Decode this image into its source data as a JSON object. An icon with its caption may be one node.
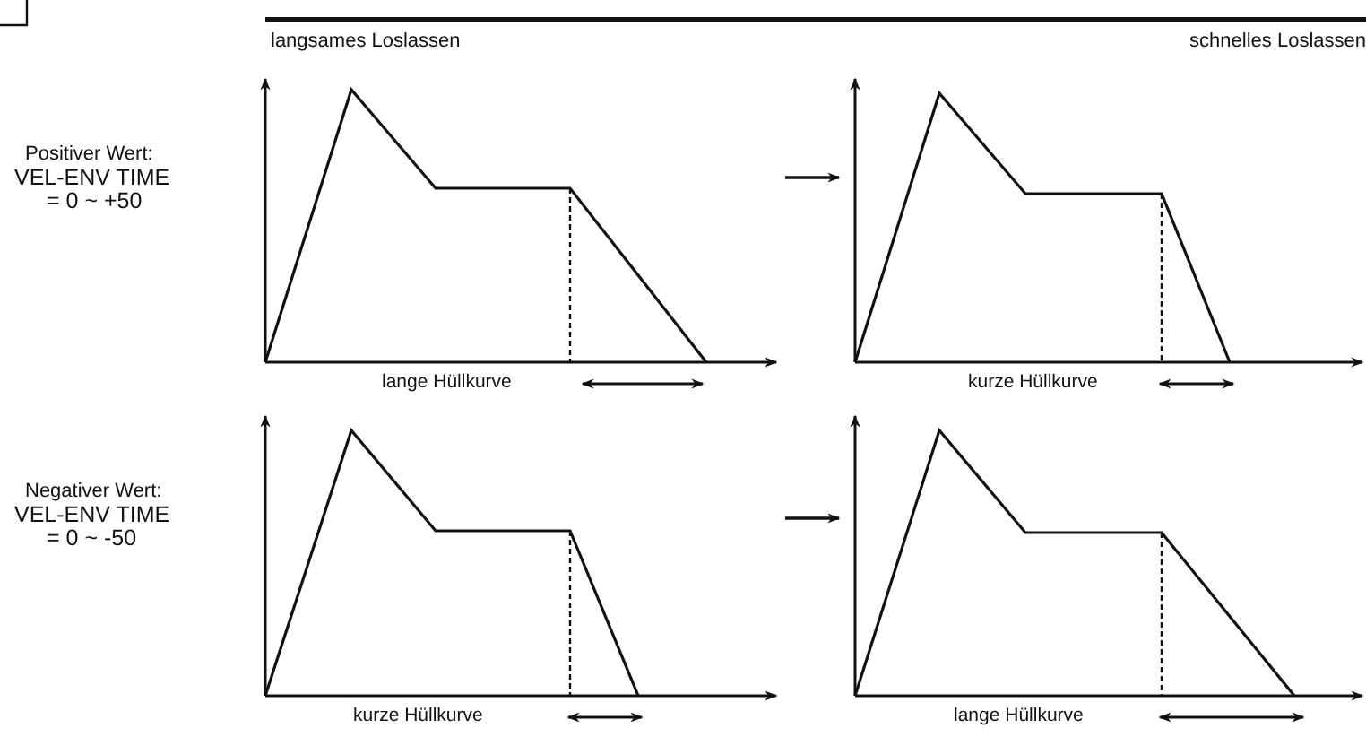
{
  "diagram": {
    "nodes": [
      {
        "text": [],
        "shape": "picture",
        "beside": [
          "lange Hüllkurve"
        ]
      },
      {
        "text": [],
        "shape": "picture",
        "beside": [
          "kurze Hüllkurve"
        ]
      },
      {
        "text": [],
        "shape": "picture",
        "beside": [
          "kurze Hüllkurve"
        ]
      },
      {
        "text": [],
        "shape": "picture",
        "beside": [
          "lange Hüllkurve"
        ]
      }
    ],
    "edges": [
      {
        "from": 0,
        "to": 1,
        "arrow": "to"
      },
      {
        "from": 2,
        "to": 3,
        "arrow": "to"
      }
    ],
    "labels": [
      "langsames Loslassen",
      "schnelles Loslassen",
      "Positiver Wert:",
      "VEL-ENV TIME",
      "= 0 ~ +50",
      "Negativer Wert:",
      "VEL-ENV TIME",
      "= 0 ~ -50"
    ]
  }
}
